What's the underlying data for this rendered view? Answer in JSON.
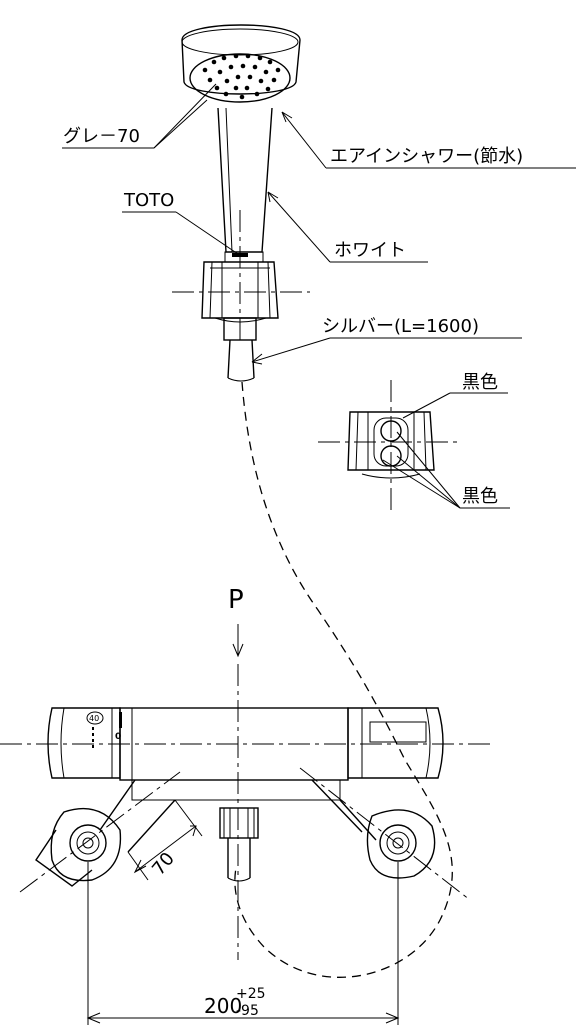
{
  "labels": {
    "gray": "グレ－70",
    "airin": "エアインシャワー(節水)",
    "toto": "TOTO",
    "white": "ホワイト",
    "silver": "シルバー(L=1600)",
    "black_top": "黒色",
    "black_bottom": "黒色",
    "view_p": "P",
    "dim_70": "70",
    "dim_200": "200",
    "tol_plus": "+25",
    "tol_minus": "-95",
    "temp_badge": "40",
    "dial_zero": "0"
  }
}
